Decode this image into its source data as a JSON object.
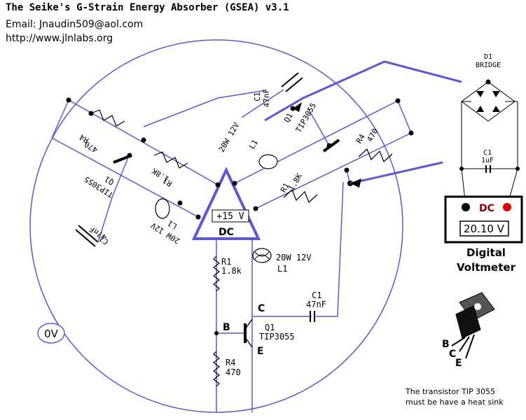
{
  "header": {
    "title": "The Seike's G-Strain Energy Absorber (GSEA) v3.1",
    "email": "Email: Jnaudin509@aol.com",
    "url": "http://www.jlnlabs.org"
  },
  "colors": {
    "wire": "#5b57d6",
    "component": "#000000",
    "probe_red": "#e00000"
  },
  "source": {
    "voltage": "+15 V",
    "type": "DC"
  },
  "ground_label": "0V",
  "bridge": {
    "ref": "D1",
    "name": "BRIDGE"
  },
  "meter_cap": {
    "ref": "C1",
    "value": "1uF"
  },
  "voltmeter": {
    "mode": "DC",
    "reading": "20.10 V",
    "label_line1": "Digital",
    "label_line2": "Voltmeter"
  },
  "schematic": {
    "r1_ref": "R1",
    "r1_value": "1.8k",
    "r4_ref": "R4",
    "r4_value": "470",
    "lamp_rating": "20W 12V",
    "lamp_ref": "L1",
    "cap_ref": "C1",
    "cap_value": "47nF",
    "q_ref": "Q1",
    "q_part": "TIP3055",
    "node_b": "B",
    "node_c": "C",
    "node_e": "E"
  },
  "arm_labels": {
    "r4": "R4",
    "r4v": "470",
    "r1": "R1",
    "r1v": "1.8K",
    "q": "Q1",
    "qp": "TIP3055",
    "l": "L1",
    "lr": "20W 12V",
    "c": "C1",
    "cv": "47nF"
  },
  "transistor_pins": {
    "b": "B",
    "c": "C",
    "e": "E"
  },
  "note": {
    "line1": "The transistor TIP 3055",
    "line2": "must be have a heat sink"
  }
}
